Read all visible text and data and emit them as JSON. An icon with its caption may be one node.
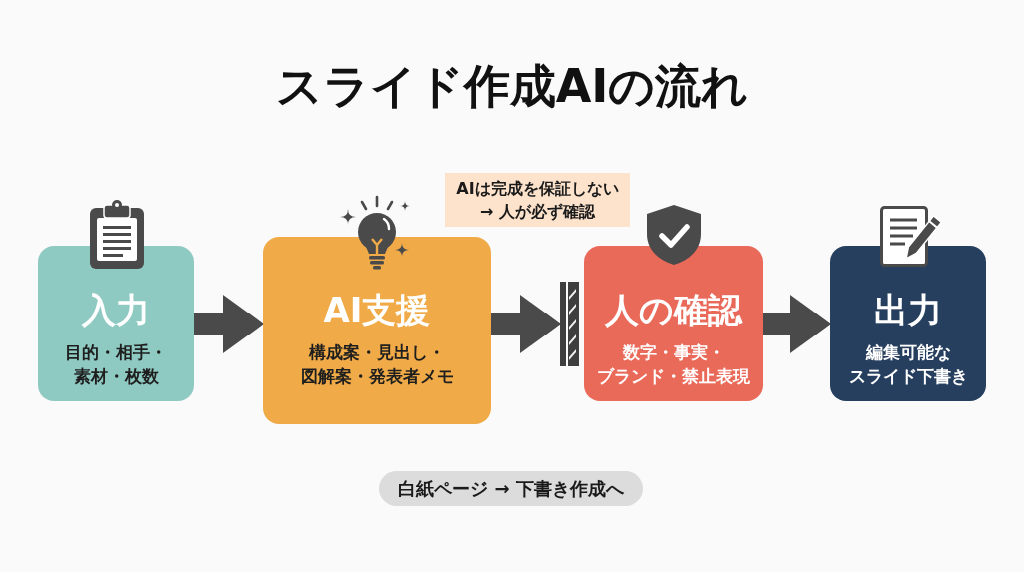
{
  "diagram": {
    "title": "スライド作成AIの流れ",
    "nodes": [
      {
        "text": [
          "入力",
          "目的・相手・素材・枚数"
        ]
      },
      {
        "text": [
          "AI支援",
          "構成案・見出し・図解案・発表者メモ"
        ]
      },
      {
        "text": [
          "人の確認",
          "数字・事実・ブランド・禁止表現"
        ]
      },
      {
        "text": [
          "出力",
          "編集可能なスライド下書き"
        ]
      },
      {
        "text": [
          "AIは完成を保証しない → 人が必ず確認"
        ]
      },
      {
        "text": [
          "白紙ページ → 下書き作成へ"
        ]
      }
    ],
    "edges": [
      {
        "from": 0,
        "to": 1,
        "arrow": "to"
      },
      {
        "from": 1,
        "to": 2,
        "arrow": "to"
      },
      {
        "from": 2,
        "to": 3,
        "arrow": "to"
      }
    ]
  }
}
